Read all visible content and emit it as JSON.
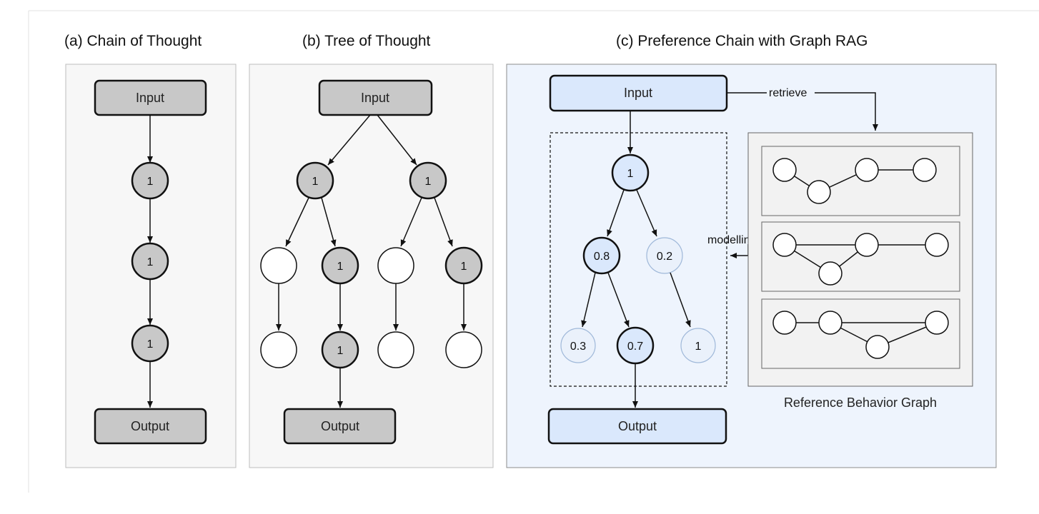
{
  "panels": {
    "a": {
      "title": "(a)  Chain of Thought",
      "input": "Input",
      "output": "Output",
      "nodes": [
        "1",
        "1",
        "1"
      ]
    },
    "b": {
      "title": "(b)  Tree of Thought",
      "input": "Input",
      "output": "Output",
      "nodes": [
        "1",
        "1",
        "1",
        "1",
        "1"
      ]
    },
    "c": {
      "title": "(c)  Preference Chain with Graph RAG",
      "input": "Input",
      "output": "Output",
      "nodes": [
        "1",
        "0.8",
        "0.2",
        "0.3",
        "0.7",
        "1"
      ],
      "retrieve": "retrieve",
      "modelling": "modelling",
      "graph_caption": "Reference Behavior Graph"
    }
  },
  "colors": {
    "grey_fill": "#c8c8c8",
    "blue_fill": "#dae8fc",
    "pale_fill": "#eaf1fb",
    "panel_c_bg": "#eef4fd",
    "panel_bg": "#f7f7f7",
    "graph_bg": "#f2f2f2"
  }
}
